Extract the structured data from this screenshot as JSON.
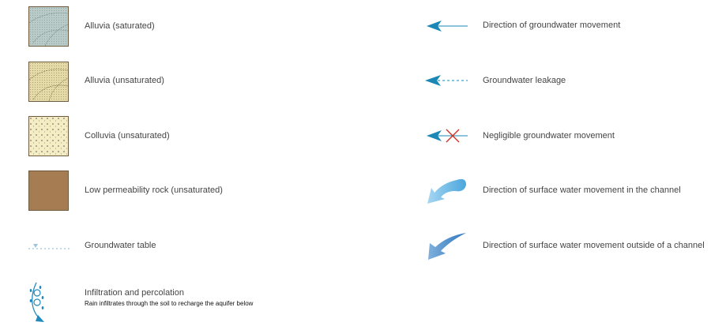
{
  "legend_left": [
    {
      "label": "Alluvia (saturated)",
      "icon": "alluvia-saturated-swatch",
      "color": "#b8cbc8"
    },
    {
      "label": "Alluvia (unsaturated)",
      "icon": "alluvia-unsaturated-swatch",
      "color": "#e5dba9"
    },
    {
      "label": "Colluvia (unsaturated)",
      "icon": "colluvia-unsaturated-swatch",
      "color": "#f4ecc2"
    },
    {
      "label": "Low permeability rock (unsaturated)",
      "icon": "rock-swatch",
      "color": "#a67c52"
    },
    {
      "label": "Groundwater table",
      "icon": "groundwater-table-line",
      "color": "#9ec3dc"
    },
    {
      "label": "Infiltration and percolation",
      "sublabel": "Rain infiltrates through the soil to recharge the aquifer below",
      "icon": "infiltration-icon",
      "color": "#1f8abb"
    }
  ],
  "legend_right": [
    {
      "label": "Direction of groundwater movement",
      "icon": "solid-arrow-left",
      "color": "#1a87b5"
    },
    {
      "label": "Groundwater leakage",
      "icon": "dashed-arrow-left",
      "color": "#1a87b5"
    },
    {
      "label": "Negligible groundwater movement",
      "icon": "crossed-arrow-left",
      "color": "#cc3322"
    },
    {
      "label": "Direction of surface water movement in the channel",
      "icon": "curved-arrow-channel",
      "color": "#7cc3ea"
    },
    {
      "label": "Direction of surface water movement outside of a channel",
      "icon": "curved-arrow-outside",
      "color": "#3f86c8"
    }
  ]
}
